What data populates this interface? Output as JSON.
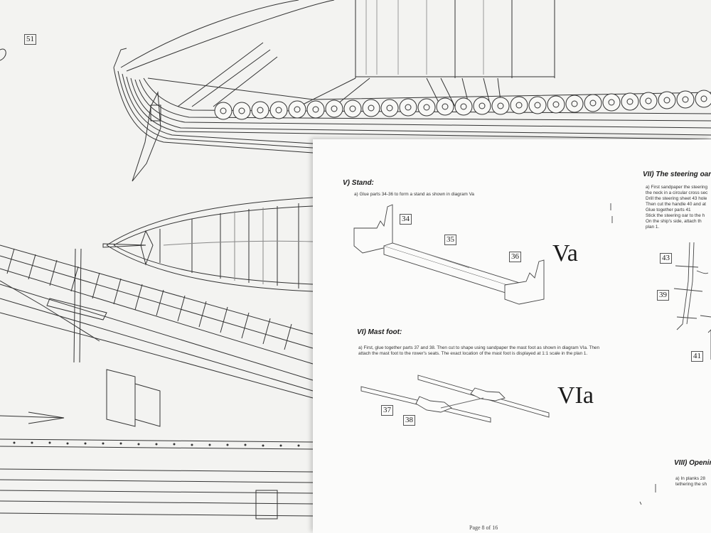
{
  "background_plan": {
    "part_label": "51"
  },
  "sheet": {
    "sections": {
      "stand": {
        "heading": "V) Stand:",
        "text": "a) Glue parts 34-36 to form a stand as shown in diagram Va",
        "figure": "Va",
        "labels": [
          "34",
          "35",
          "36"
        ]
      },
      "mast_foot": {
        "heading": "VI) Mast foot:",
        "text": "a) First, glue together parts 37 and 38. Then cut to shape using sandpaper the mast foot as shown in diagram VIa. Then attach the mast foot to the rower's seats. The exact location of the mast foot is displayed at 1:1 scale in the plan 1.",
        "figure": "VIa",
        "labels": [
          "37",
          "38"
        ]
      },
      "steering_oar": {
        "heading": "VII) The steering oar:",
        "text": "a) First sandpaper the steering\nthe neck in a circular cross sec\nDrill the steering sheet 43 hole\nThen cut the handle 40 and at\nGlue together parts 41\nStick the steering oar to the h\nOn the ship's side, attach th\nplan 1.",
        "labels": [
          "43",
          "39",
          "41"
        ]
      },
      "openings": {
        "heading": "VIII) Openin",
        "text": "a) In planks 28\ntethering the sh"
      }
    },
    "footer": "Page 8 of 16"
  },
  "colors": {
    "paper": "#fbfbfa",
    "background": "#f3f3f1",
    "ink": "#222222"
  }
}
